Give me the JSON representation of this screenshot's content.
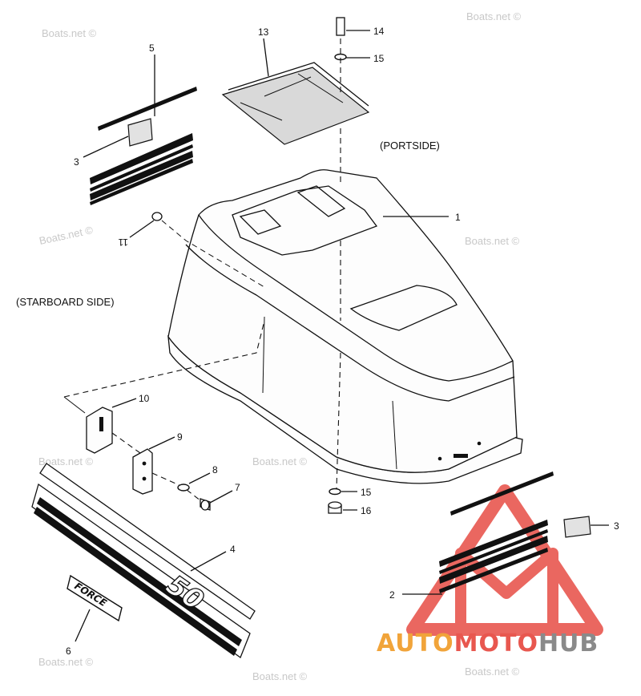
{
  "captions": {
    "portside": "(PORTSIDE)",
    "starboard": "(STARBOARD SIDE)"
  },
  "watermark": "Boats.net ©",
  "brand": {
    "part1": "AUTO",
    "part2": "MOTO",
    "part3": "HUB",
    "color_red": "#e8574f",
    "color_orange": "#f1a43a",
    "color_gray": "#8a8a8a"
  },
  "decal_text": "50",
  "badge_text": "FORCE",
  "callouts": {
    "n1": "1",
    "n2": "2",
    "n3a": "3",
    "n3b": "3",
    "n4": "4",
    "n5": "5",
    "n6": "6",
    "n7": "7",
    "n8": "8",
    "n9": "9",
    "n10": "10",
    "n11": "11",
    "n13": "13",
    "n14": "14",
    "n15a": "15",
    "n15b": "15",
    "n16": "16"
  }
}
